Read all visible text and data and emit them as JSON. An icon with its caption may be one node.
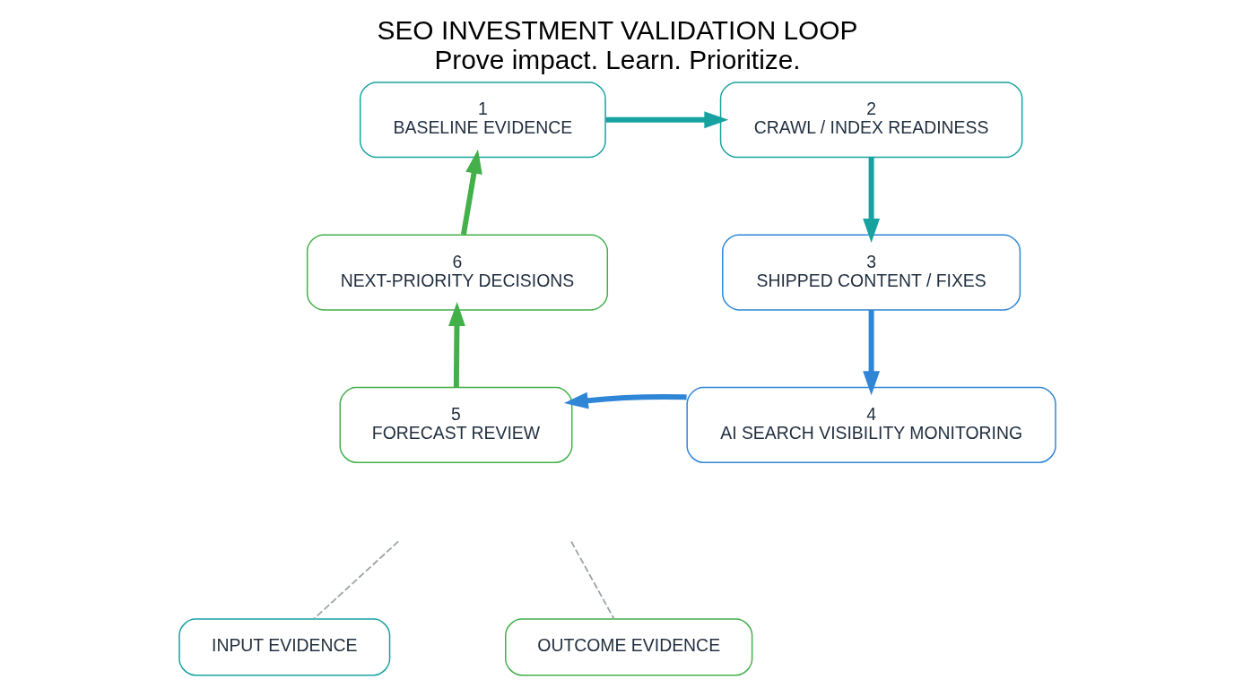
{
  "diagram": {
    "title": "SEO INVESTMENT VALIDATION LOOP",
    "caption": "Prove impact. Learn. Prioritize.",
    "nodes": [
      {
        "text": [
          "1",
          "BASELINE EVIDENCE"
        ]
      },
      {
        "text": [
          "2",
          "CRAWL / INDEX READINESS"
        ]
      },
      {
        "text": [
          "3",
          "SHIPPED CONTENT / FIXES"
        ]
      },
      {
        "text": [
          "4",
          "AI SEARCH VISIBILITY MONITORING"
        ]
      },
      {
        "text": [
          "5",
          "FORECAST REVIEW"
        ]
      },
      {
        "text": [
          "6",
          "NEXT-PRIORITY DECISIONS"
        ]
      },
      {
        "text": [
          "INPUT EVIDENCE"
        ]
      },
      {
        "text": [
          "OUTCOME EVIDENCE"
        ]
      }
    ],
    "edges": [
      {
        "from": 0,
        "to": 1,
        "arrow": "to",
        "color": "#17a2a0"
      },
      {
        "from": 1,
        "to": 2,
        "arrow": "to",
        "color": "#17a2a0"
      },
      {
        "from": 2,
        "to": 3,
        "arrow": "to",
        "color": "#2f86d6"
      },
      {
        "from": 3,
        "to": 4,
        "arrow": "to",
        "color": "#2f86d6"
      },
      {
        "from": 4,
        "to": 5,
        "arrow": "to",
        "color": "#43b04a"
      },
      {
        "from": 5,
        "to": 0,
        "arrow": "to",
        "color": "#43b04a"
      },
      {
        "from": null,
        "to": 6,
        "arrow": "none",
        "style": "dashed",
        "color": "#9aa3a8"
      },
      {
        "from": null,
        "to": 7,
        "arrow": "none",
        "style": "dashed",
        "color": "#9aa3a8"
      }
    ]
  }
}
